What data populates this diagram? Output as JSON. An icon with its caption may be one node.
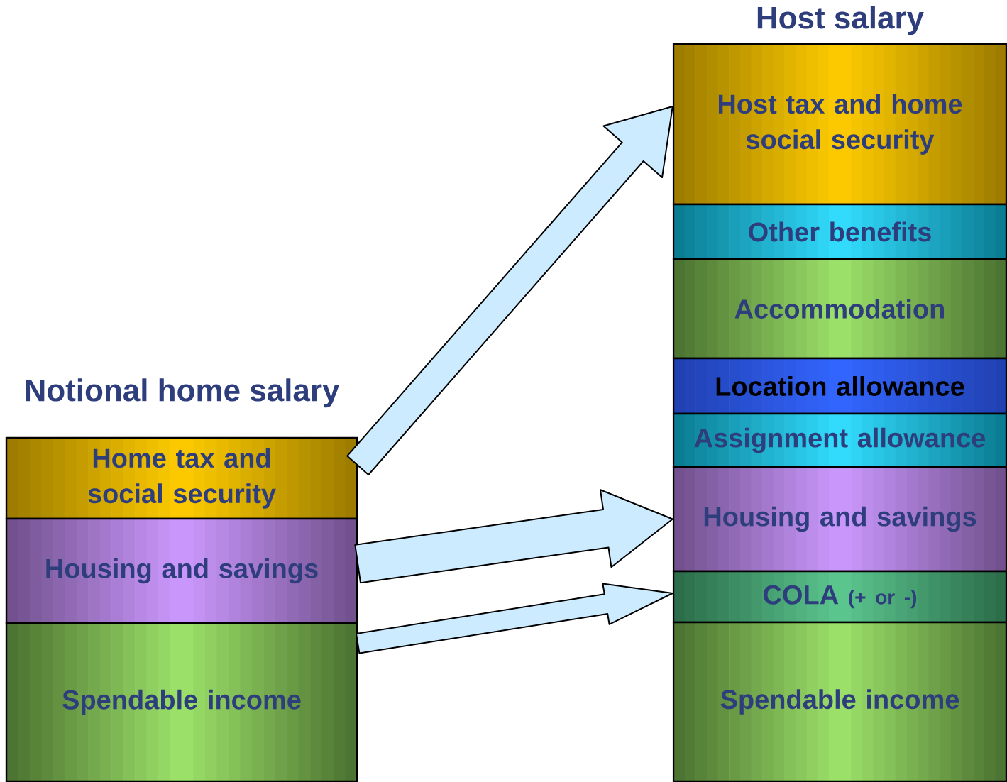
{
  "diagram": {
    "nodes": [
      {
        "text": [
          "Home tax and social security"
        ],
        "beside": [
          "Notional home salary"
        ]
      },
      {
        "text": [
          "Housing and savings"
        ]
      },
      {
        "text": [
          "Spendable income"
        ]
      },
      {
        "text": [
          "Host tax and home social security"
        ],
        "beside": [
          "Host salary"
        ]
      },
      {
        "text": [
          "Other benefits"
        ]
      },
      {
        "text": [
          "Accommodation"
        ]
      },
      {
        "text": [
          "Location allowance"
        ]
      },
      {
        "text": [
          "Assignment allowance"
        ]
      },
      {
        "text": [
          "Housing and savings"
        ]
      },
      {
        "text": [
          "COLA",
          "(+ or -)"
        ]
      },
      {
        "text": [
          "Spendable income"
        ]
      }
    ],
    "edges": [
      {
        "from": 0,
        "to": 3,
        "arrow": "to"
      },
      {
        "from": 1,
        "to": 8,
        "arrow": "to"
      },
      {
        "from": 2,
        "to": 9,
        "arrow": "to"
      }
    ]
  }
}
